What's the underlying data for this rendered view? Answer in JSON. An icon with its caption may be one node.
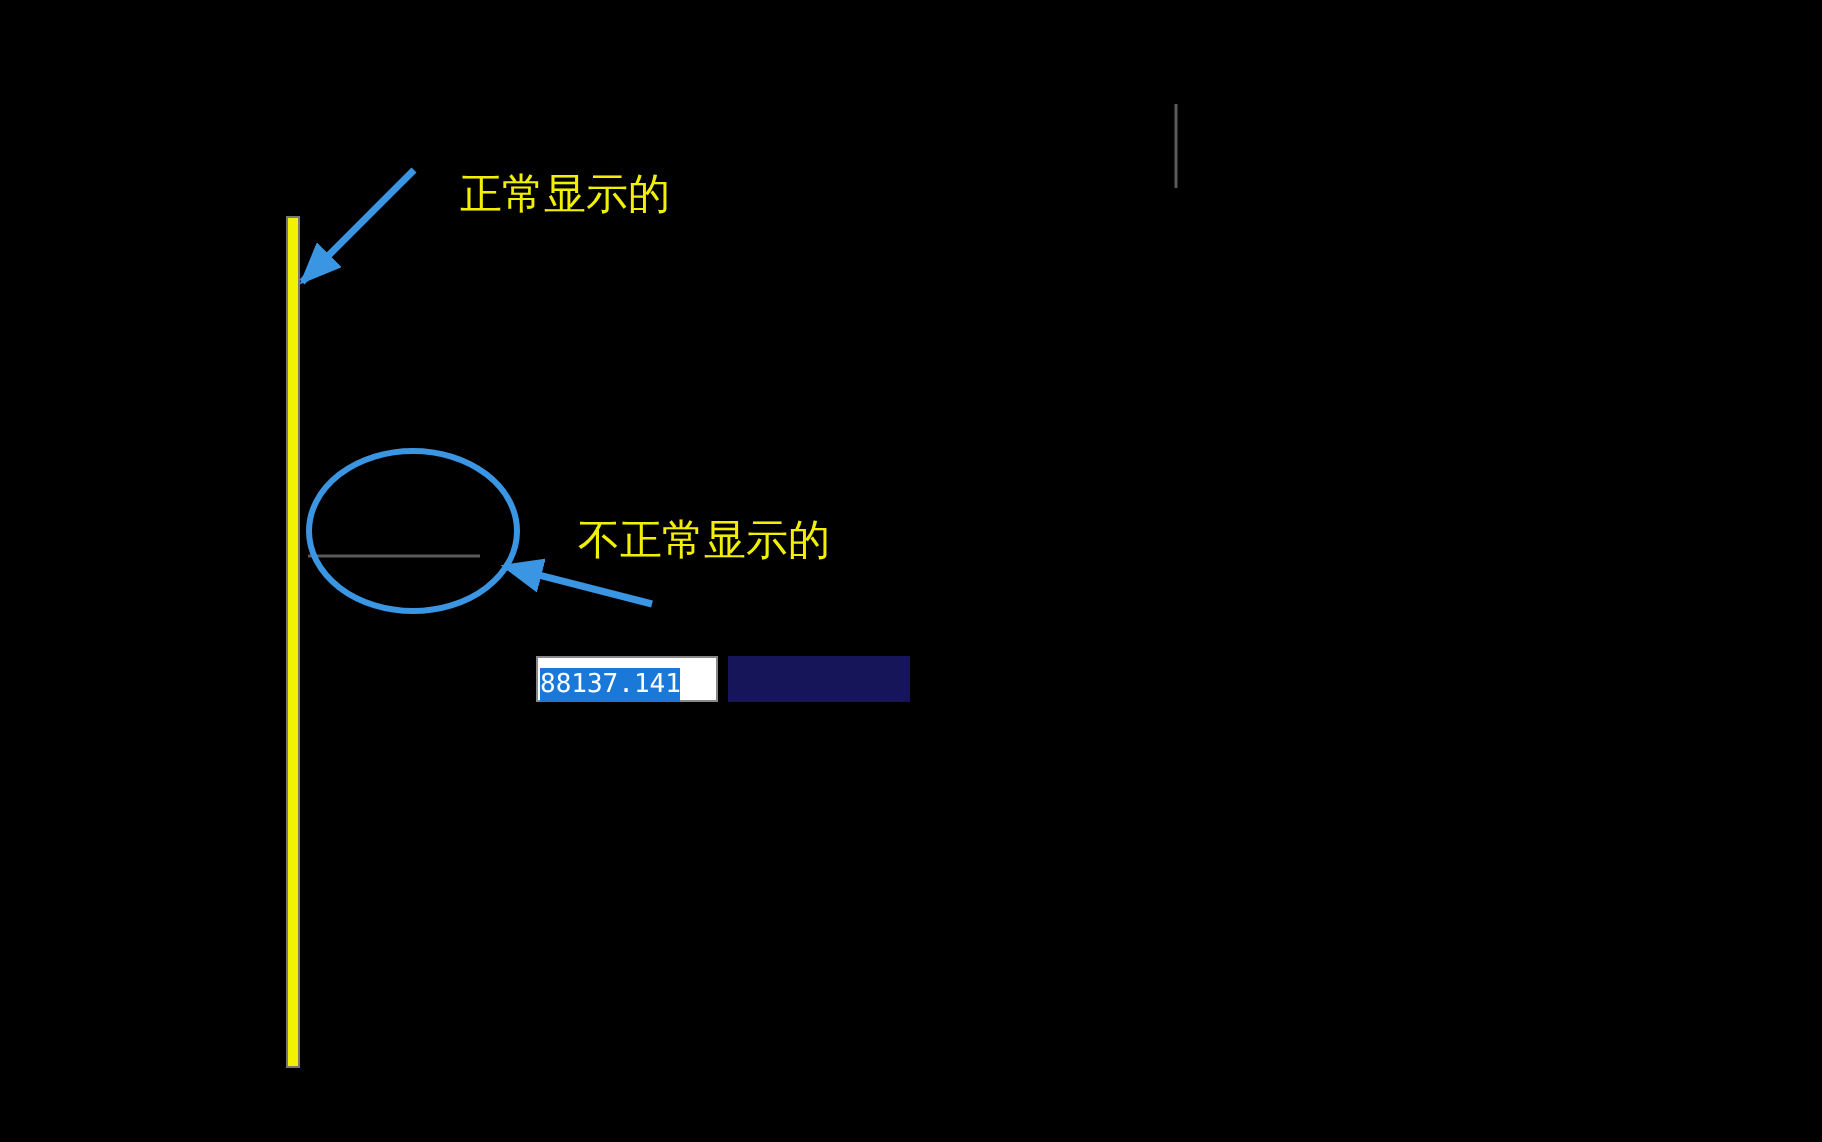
{
  "diagram": {
    "nodes": [
      {
        "text": [
          "正常显示的"
        ]
      },
      {
        "text": [],
        "shape": "bar"
      },
      {
        "text": [
          "不正常显示的"
        ]
      },
      {
        "text": [],
        "shape": "circle"
      }
    ],
    "edges": [
      {
        "from": 0,
        "to": 1,
        "arrow": "to"
      },
      {
        "from": 2,
        "to": 3,
        "arrow": "to"
      }
    ],
    "labels": [
      "88137.141"
    ]
  }
}
